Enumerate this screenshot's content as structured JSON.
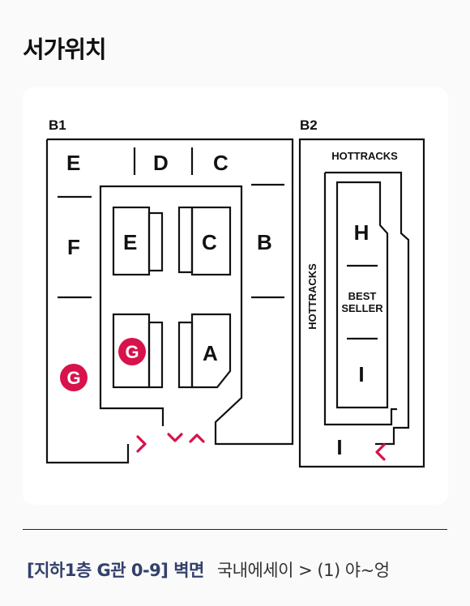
{
  "page": {
    "title": "서가위치"
  },
  "map": {
    "floors": {
      "b1": "B1",
      "b2": "B2"
    },
    "b1_sections": {
      "top_e": "E",
      "top_d": "D",
      "top_c": "C",
      "left_f": "F",
      "right_b": "B",
      "inner_e": "E",
      "inner_c": "C",
      "inner_a": "A"
    },
    "markers": {
      "g_inner": "G",
      "g_left": "G"
    },
    "b2_sections": {
      "hottracks_top": "HOTTRACKS",
      "hottracks_side": "HOTTRACKS",
      "h": "H",
      "best_line1": "BEST",
      "best_line2": "SELLER",
      "i_inner": "I",
      "i_bottom": "I"
    },
    "accent_color": "#d8124b"
  },
  "location": {
    "code": "[지하1층 G관 0-9] 벽면",
    "category": "국내에세이 > (1) 야~엉"
  }
}
